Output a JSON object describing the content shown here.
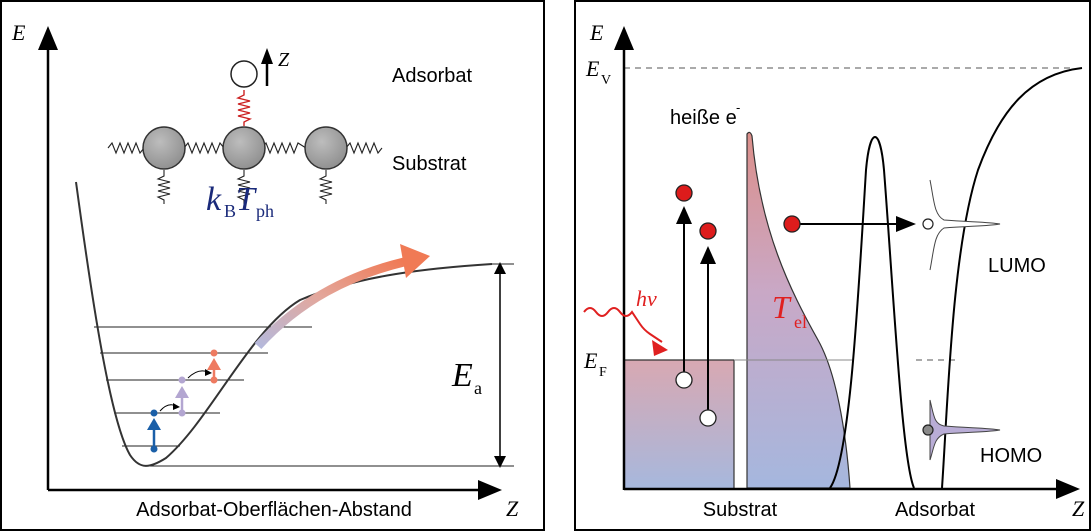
{
  "left_panel": {
    "y_axis_label": "E",
    "x_axis_label": "Z",
    "z_arrow_label": "Z",
    "adsorbate_label": "Adsorbat",
    "substrate_label": "Substrat",
    "thermal_energy": {
      "k": "k",
      "k_sub": "B",
      "T": "T",
      "T_sub": "ph"
    },
    "activation_energy": {
      "main": "E",
      "sub": "a"
    },
    "bottom_label": "Adsorbat-Oberflächen-Abstand",
    "colors": {
      "spring": "#cc2222",
      "blue": "#1a5fa8",
      "lavender": "#b3a6d1",
      "salmon": "#ee7a60",
      "label_blue": "#1a2a7a"
    }
  },
  "right_panel": {
    "y_axis_label": "E",
    "vacuum_level": {
      "main": "E",
      "sub": "V"
    },
    "fermi_level": {
      "main": "E",
      "sub": "F"
    },
    "hot_electrons_label": "heiße e",
    "hot_electrons_sup": "-",
    "photon_label": "hν",
    "electron_temperature": {
      "main": "T",
      "sub": "el"
    },
    "lumo_label": "LUMO",
    "homo_label": "HOMO",
    "bottom_labels": [
      "Substrat",
      "Adsorbat"
    ],
    "x_axis_label": "Z",
    "colors": {
      "photon": "#e02020",
      "electron": "#dd1c1c",
      "fill_top": "#d9a3ad",
      "fill_bottom": "#a9b8dc"
    }
  }
}
